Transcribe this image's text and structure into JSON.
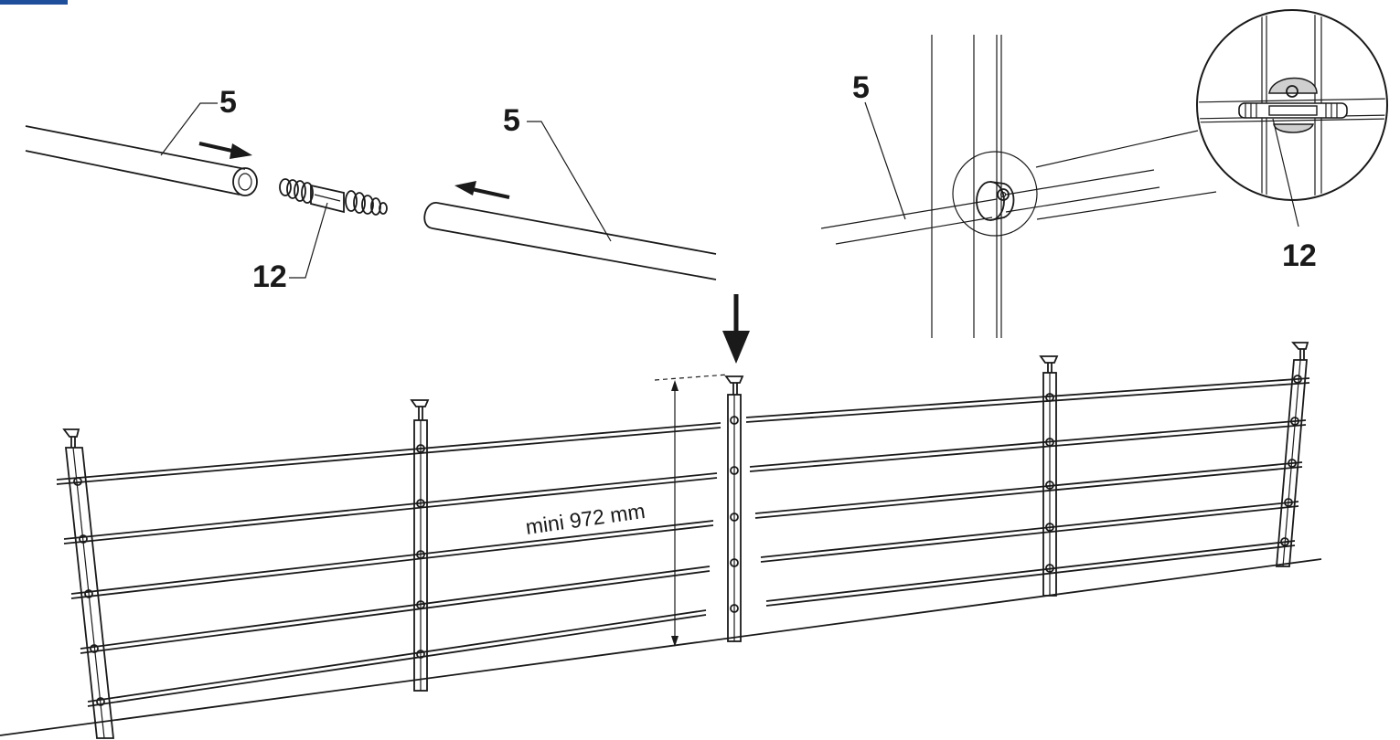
{
  "callouts": {
    "rail_left": "5",
    "rail_right": "5",
    "connector": "12",
    "detail_rail": "5",
    "detail_connector": "12"
  },
  "dimension": {
    "min_height_label": "mini 972 mm"
  },
  "colors": {
    "line": "#1a1a1a",
    "corner_tab": "#1f4e9a"
  },
  "icons": {
    "push_arrow": "arrow-right-icon",
    "push_arrow_back": "arrow-left-icon",
    "assemble_arrow": "arrow-down-icon"
  }
}
